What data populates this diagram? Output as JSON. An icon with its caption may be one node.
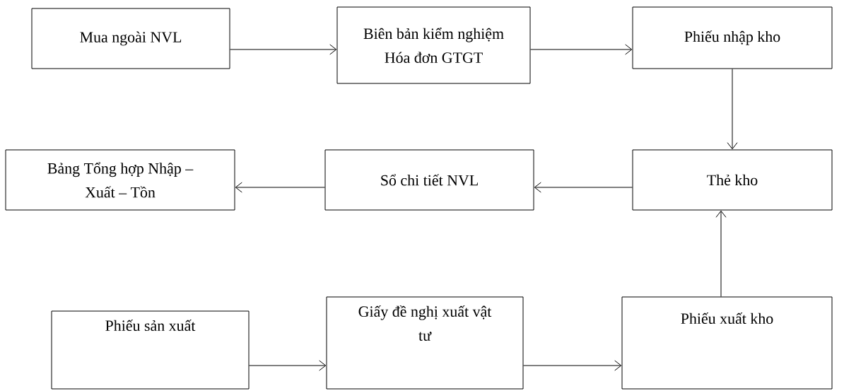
{
  "diagram": {
    "nodes": [
      {
        "text": [
          "Mua ngoài NVL"
        ]
      },
      {
        "text": [
          "Biên bản kiểm nghiệm",
          "Hóa đơn GTGT"
        ]
      },
      {
        "text": [
          "Phiếu nhập kho"
        ]
      },
      {
        "text": [
          "Thẻ kho"
        ]
      },
      {
        "text": [
          "Sổ chi tiết NVL"
        ]
      },
      {
        "text": [
          "Bảng Tổng hợp Nhập – Xuất – Tồn"
        ]
      },
      {
        "text": [
          "Phiếu sản xuất"
        ]
      },
      {
        "text": [
          "Giấy đề nghị xuất vật tư"
        ]
      },
      {
        "text": [
          "Phiếu xuất kho"
        ]
      }
    ],
    "edges": [
      {
        "from": 0,
        "to": 1,
        "arrow": "to"
      },
      {
        "from": 1,
        "to": 2,
        "arrow": "to"
      },
      {
        "from": 2,
        "to": 3,
        "arrow": "to"
      },
      {
        "from": 3,
        "to": 4,
        "arrow": "to"
      },
      {
        "from": 4,
        "to": 5,
        "arrow": "to"
      },
      {
        "from": 6,
        "to": 7,
        "arrow": "to"
      },
      {
        "from": 7,
        "to": 8,
        "arrow": "to"
      },
      {
        "from": 8,
        "to": 3,
        "arrow": "to"
      }
    ]
  }
}
